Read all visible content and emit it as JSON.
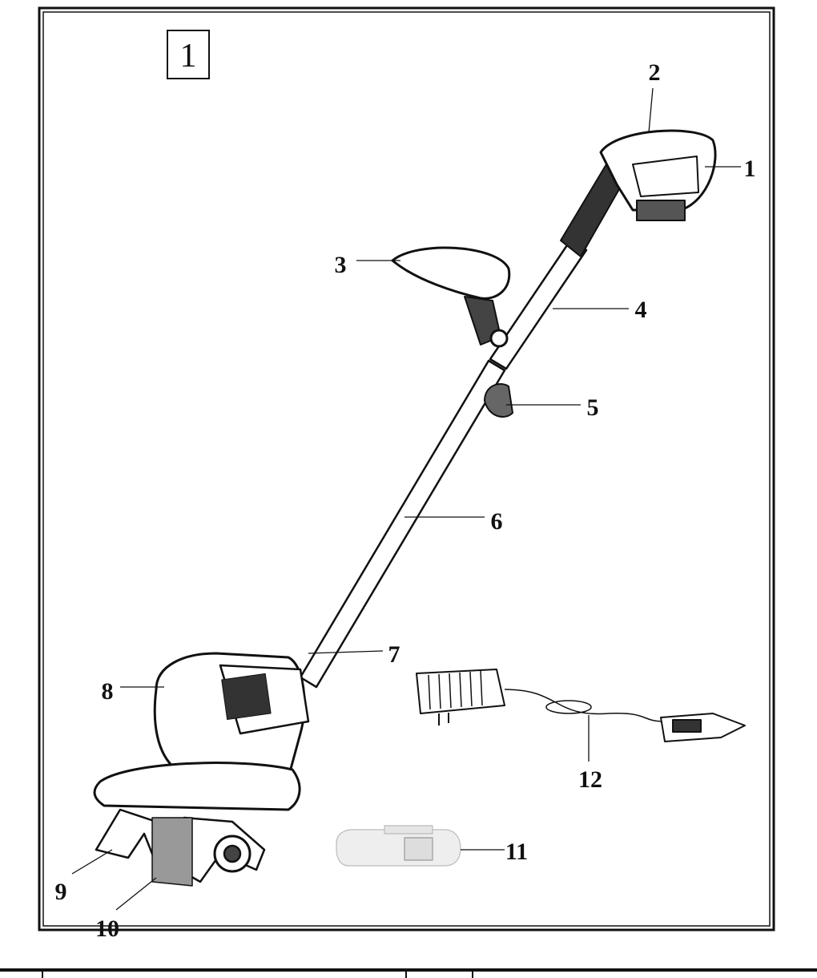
{
  "figure": {
    "number": "1",
    "title": "Cordless tiller parts overview",
    "parts": [
      {
        "label": "1"
      },
      {
        "label": "2"
      },
      {
        "label": "3"
      },
      {
        "label": "4"
      },
      {
        "label": "5"
      },
      {
        "label": "6"
      },
      {
        "label": "7"
      },
      {
        "label": "8"
      },
      {
        "label": "9"
      },
      {
        "label": "10"
      },
      {
        "label": "11"
      },
      {
        "label": "12"
      }
    ]
  },
  "colors": {
    "ink": "#111111",
    "body": "#3a3a3a",
    "light": "#d9d9d9"
  }
}
